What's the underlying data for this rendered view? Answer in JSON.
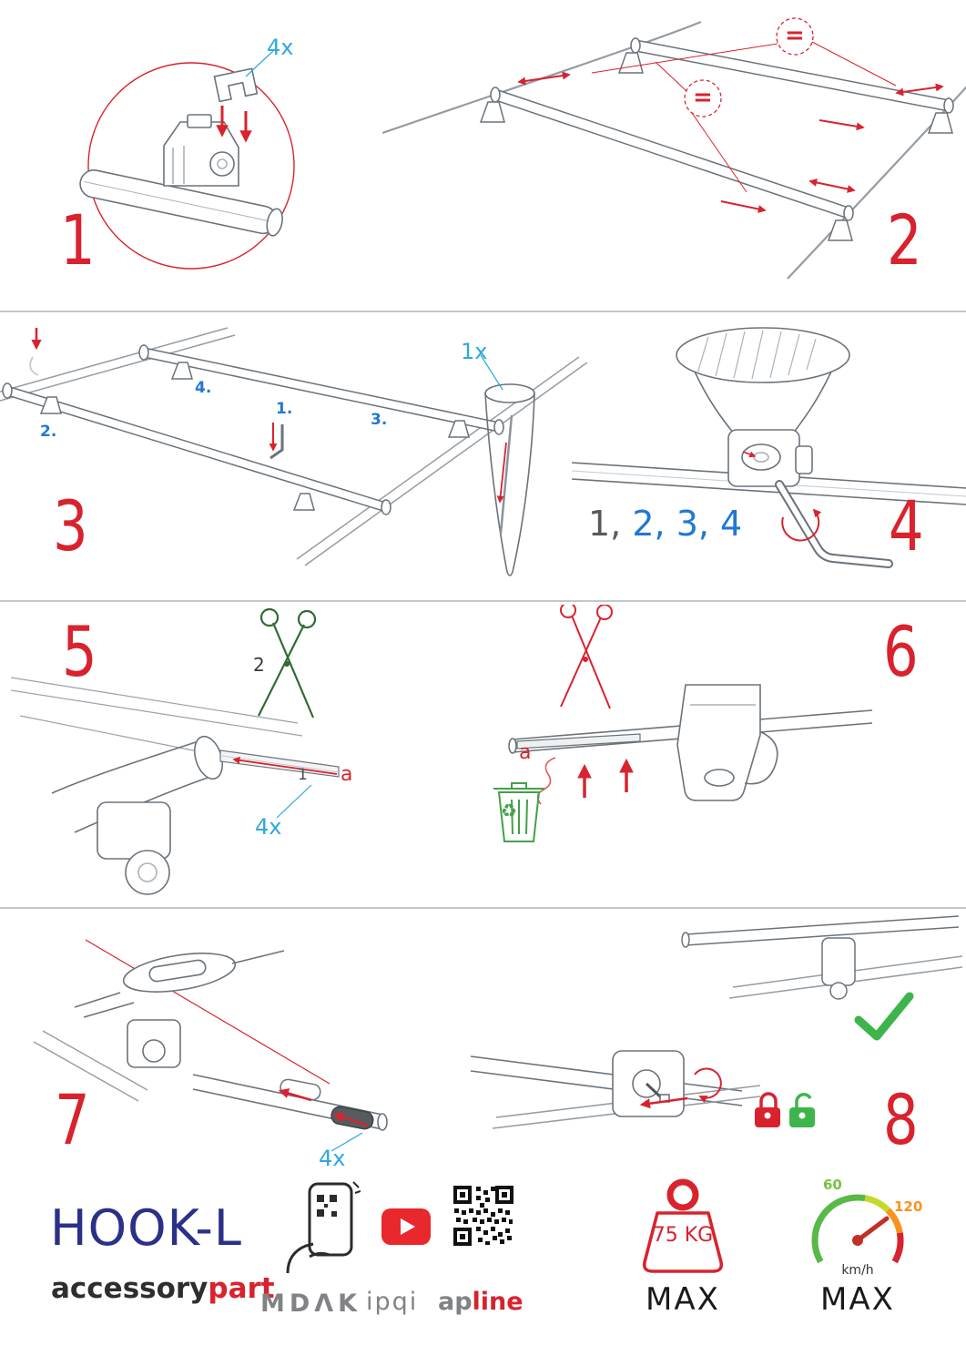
{
  "page": {
    "background": "#ffffff"
  },
  "palette": {
    "step_number_red": "#d8232e",
    "annotation_blue": "#2fa8dd",
    "sequence_blue": "#2277d4",
    "drawing_gray": "#6a737b",
    "brand_navy": "#2b3088",
    "brand_gray": "#808285",
    "success_green": "#3db54a"
  },
  "steps": {
    "one": {
      "number": "1",
      "count": "4x"
    },
    "two": {
      "number": "2",
      "equals": "="
    },
    "three": {
      "number": "3",
      "count": "1x",
      "sub_1": "1.",
      "sub_2": "2.",
      "sub_3": "3.",
      "sub_4": "4."
    },
    "four": {
      "number": "4",
      "sequence_first": "1,",
      "sequence_rest": "2, 3, 4"
    },
    "five": {
      "number": "5",
      "scissors_step": "2",
      "pull_step": "1",
      "strap_label": "a",
      "count": "4x"
    },
    "six": {
      "number": "6",
      "strap_label": "a",
      "recycle_symbol": "♻"
    },
    "seven": {
      "number": "7",
      "count": "4x"
    },
    "eight": {
      "number": "8"
    }
  },
  "footer": {
    "product_name": "HOOK-L",
    "brand_prefix": "accessory",
    "brand_suffix": "part",
    "logo_mdak": "MDΛK",
    "logo_ipqi": "ipqi",
    "logo_apline_prefix": "ap",
    "logo_apline_suffix": "line",
    "weight_value": "75 KG",
    "weight_max_label": "MAX",
    "speed_low": "60",
    "speed_high": "120",
    "speed_unit": "km/h",
    "speed_max_label": "MAX"
  }
}
